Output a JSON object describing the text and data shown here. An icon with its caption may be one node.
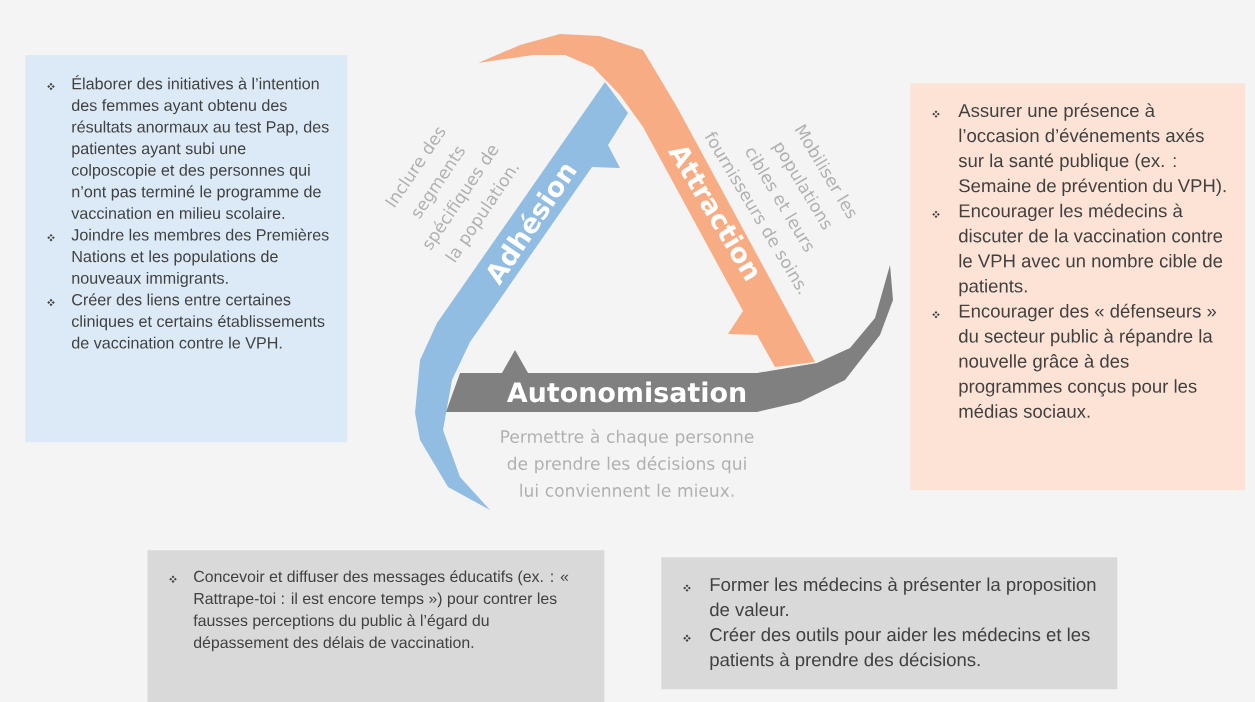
{
  "diagram": {
    "nodes": [
      {
        "text": [
          "Élaborer des initiatives à l’intention des femmes ayant obtenu des résultats anormaux au test Pap, des patientes ayant subi une colposcopie et des personnes qui n’ont pas terminé le programme de vaccination en milieu scolaire.",
          "Joindre les membres des Premières Nations et les populations de nouveaux immigrants.",
          "Créer des liens entre certaines cliniques et certains établissements de vaccination contre le VPH."
        ]
      },
      {
        "text": [
          "Adhésion"
        ],
        "beside": [
          "Inclure des segments spécifiques de la population."
        ]
      },
      {
        "text": [
          "Attraction"
        ],
        "beside": [
          "Mobiliser les populations cibles et leurs fournisseurs de soins."
        ]
      },
      {
        "text": [
          "Autonomisation"
        ],
        "beside": [
          "Permettre à chaque personne de prendre les décisions qui lui conviennent le mieux."
        ]
      },
      {
        "text": [
          "Assurer une présence à l’occasion d’événements axés sur la santé publique (ex. : Semaine de prévention du VPH).",
          "Encourager les médecins à discuter de la vaccination contre le VPH avec un nombre cible de patients.",
          "Encourager des « défenseurs » du secteur public à répandre la nouvelle grâce à des programmes conçus pour les médias sociaux."
        ]
      },
      {
        "text": [
          "Concevoir et diffuser des messages éducatifs (ex. : « Rattrape-toi : il est encore temps ») pour contrer les fausses perceptions du public à l’égard du dépassement des délais de vaccination."
        ]
      },
      {
        "text": [
          "Former les médecins à présenter la proposition de valeur.",
          "Créer des outils pour aider les médecins et les patients à prendre des décisions."
        ]
      }
    ]
  }
}
